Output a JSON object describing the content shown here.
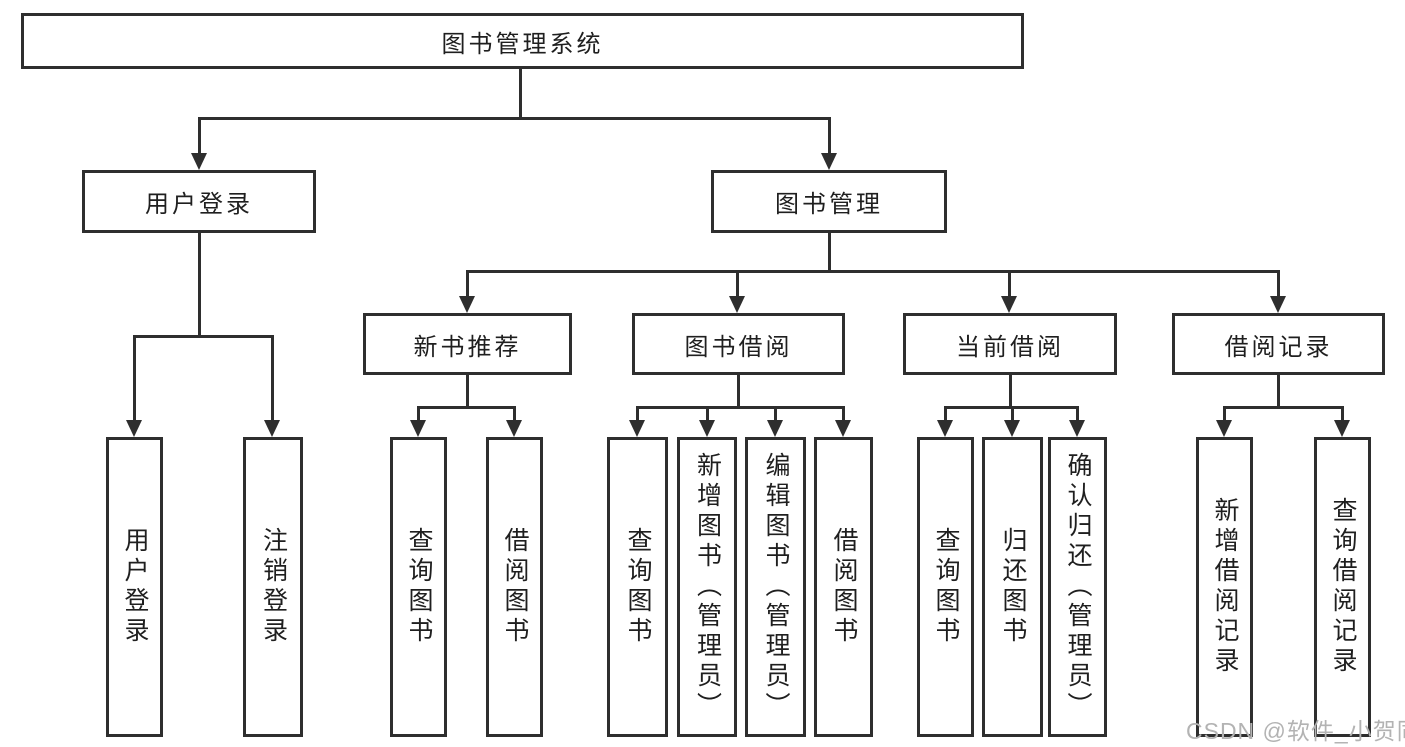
{
  "colors": {
    "line": "#2e2e2e",
    "border": "#2e2e2e",
    "text": "#1f1f1f",
    "watermark": "#b3b3b3",
    "background": "#ffffff"
  },
  "watermark": {
    "text": "CSDN @软件_小贺同学"
  },
  "diagram": {
    "root": {
      "label": "图书管理系统"
    },
    "branches": [
      {
        "label": "用户登录",
        "children": [
          {
            "label": "用户登录"
          },
          {
            "label": "注销登录"
          }
        ]
      },
      {
        "label": "图书管理",
        "children": [
          {
            "label": "新书推荐",
            "children": [
              {
                "label": "查询图书"
              },
              {
                "label": "借阅图书"
              }
            ]
          },
          {
            "label": "图书借阅",
            "children": [
              {
                "label": "查询图书"
              },
              {
                "label": "新增图书（管理员）"
              },
              {
                "label": "编辑图书（管理员）"
              },
              {
                "label": "借阅图书"
              }
            ]
          },
          {
            "label": "当前借阅",
            "children": [
              {
                "label": "查询图书"
              },
              {
                "label": "归还图书"
              },
              {
                "label": "确认归还（管理员）"
              }
            ]
          },
          {
            "label": "借阅记录",
            "children": [
              {
                "label": "新增借阅记录"
              },
              {
                "label": "查询借阅记录"
              }
            ]
          }
        ]
      }
    ]
  }
}
